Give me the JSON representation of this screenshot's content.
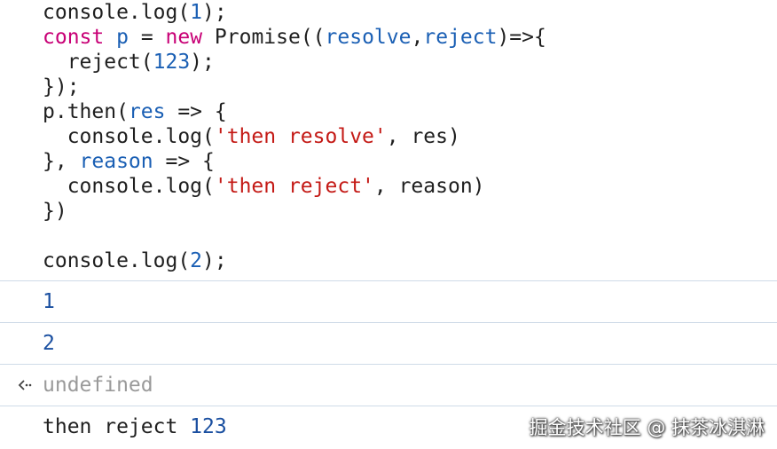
{
  "code": {
    "l1": {
      "a": "console.log(",
      "b": "1",
      "c": ");"
    },
    "l2": {
      "kw1": "const",
      "v1": "p",
      "eq": " = ",
      "kw2": "new",
      "p1": " Promise((",
      "v2": "resolve",
      "comma": ",",
      "v3": "reject",
      "p2": ")=>{"
    },
    "l3": {
      "a": "  reject(",
      "b": "123",
      "c": ");"
    },
    "l4": "});",
    "l5": {
      "a": "p.then(",
      "v": "res",
      "b": " => {"
    },
    "l6": {
      "a": "  console.log(",
      "s": "'then resolve'",
      "b": ", res)"
    },
    "l7": {
      "a": "}, ",
      "v": "reason",
      "b": " => {"
    },
    "l8": {
      "a": "  console.log(",
      "s": "'then reject'",
      "b": ", reason)"
    },
    "l9": "})",
    "l10": {
      "a": "console.log(",
      "b": "2",
      "c": ");"
    }
  },
  "console": {
    "out1": "1",
    "out2": "2",
    "return_value": "undefined",
    "out3": {
      "text": "then reject ",
      "num": "123"
    }
  },
  "icons": {
    "return": "return-arrow-icon"
  },
  "watermark": "掘金技术社区 @ 抹茶冰淇淋"
}
